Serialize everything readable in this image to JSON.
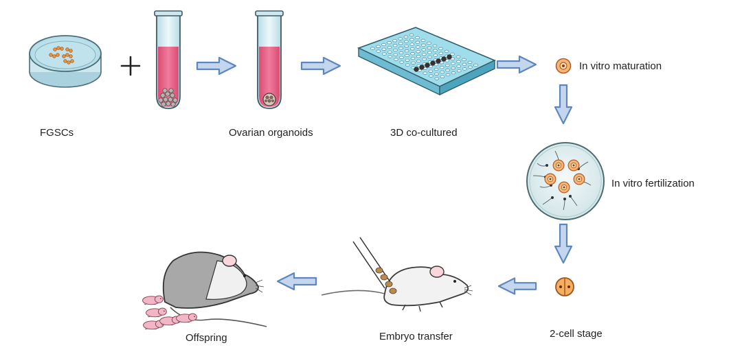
{
  "figure": {
    "labels": {
      "fgscs": "FGSCs",
      "ovarian_organoids": "Ovarian organoids",
      "cocultured": "3D co-cultured",
      "maturation": "In vitro maturation",
      "fertilization": "In vitro fertilization",
      "two_cell": "2-cell stage",
      "embryo_transfer": "Embryo transfer",
      "offspring": "Offspring"
    },
    "colors": {
      "arrow_fill": "#c4d6ee",
      "arrow_stroke": "#5d86bd",
      "medium_pink": "#ea6488",
      "dish_blue": "#cde9f2",
      "plate_blue": "#8fd3e6",
      "oocyte_orange": "#f0a050",
      "mouse_grey": "#a8a8a8",
      "mouse_white": "#f0f0f0",
      "pup_pink": "#f2b7c6"
    }
  }
}
